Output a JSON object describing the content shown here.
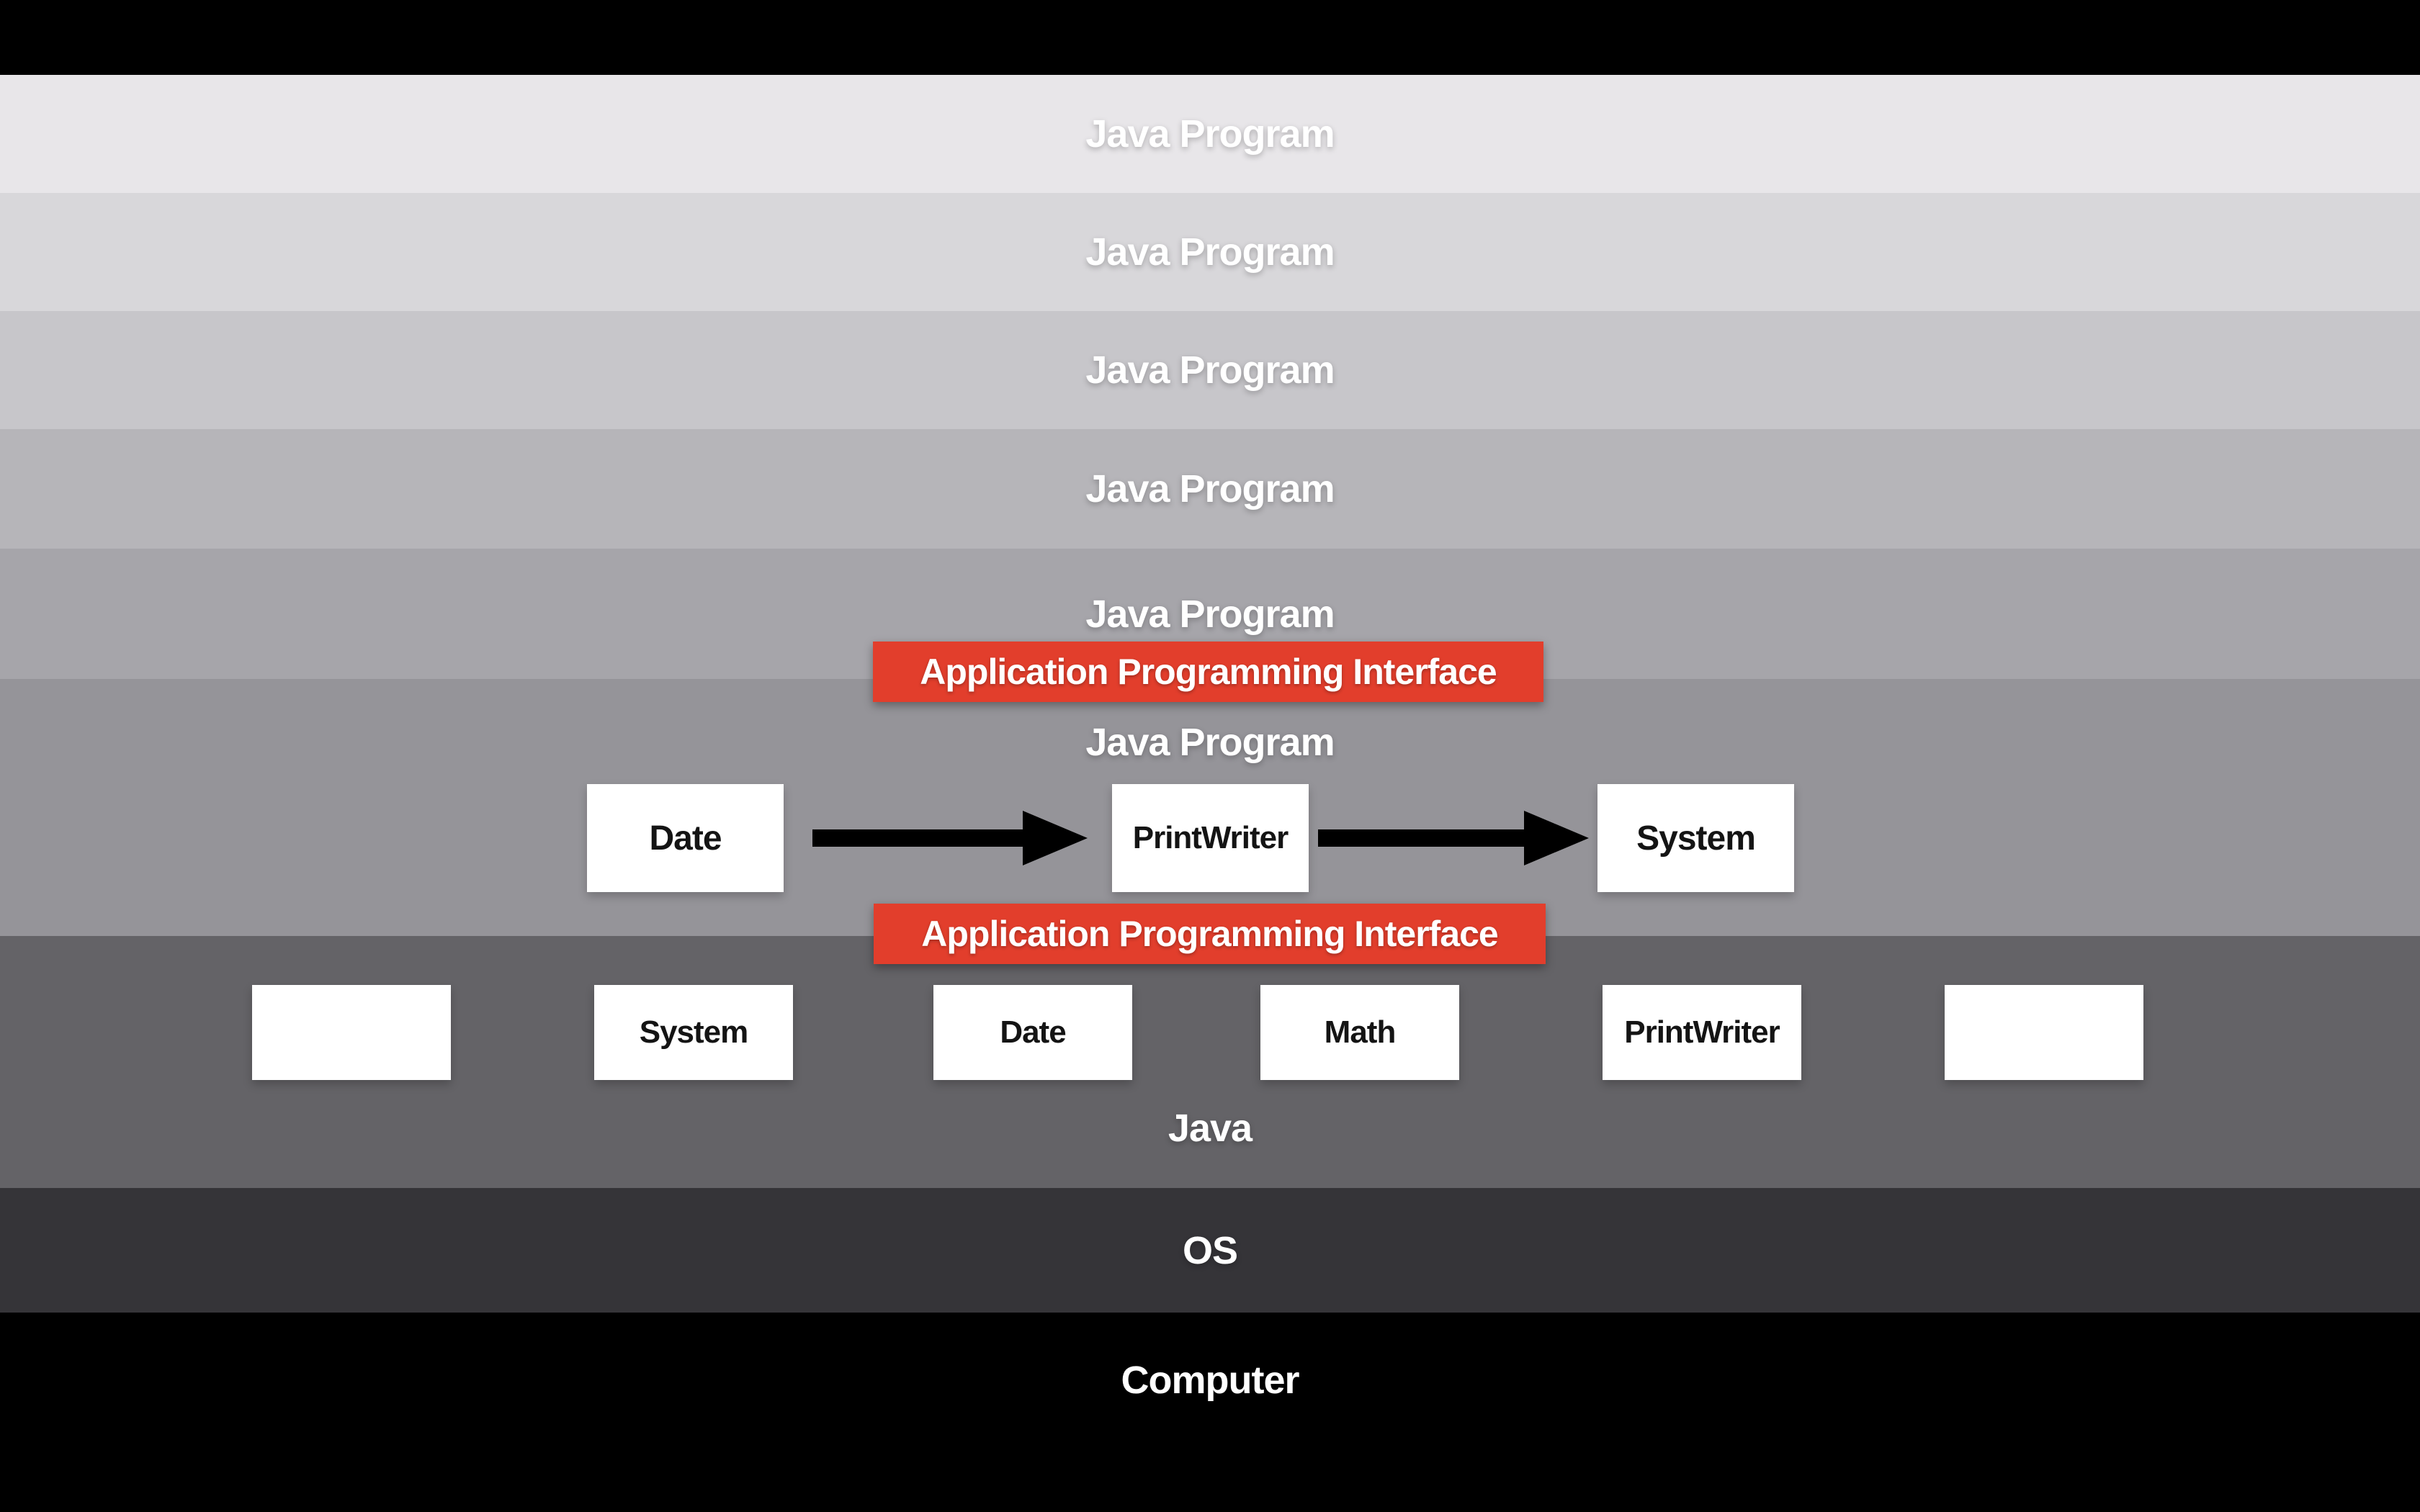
{
  "colors": {
    "letterbox_black": "#000000",
    "api_red": "#e23e2c",
    "box_white": "#ffffff",
    "label_white": "#ffffff",
    "box_text_black": "#141414",
    "arrow_black": "#000000",
    "layer_grays": [
      "#e8e6e9",
      "#d8d7da",
      "#c7c6ca",
      "#b6b5b9",
      "#a6a5aa",
      "#959499",
      "#646367",
      "#353438"
    ]
  },
  "layers": {
    "stack": [
      {
        "label": "Java Program"
      },
      {
        "label": "Java Program"
      },
      {
        "label": "Java Program"
      },
      {
        "label": "Java Program"
      },
      {
        "label": "Java Program"
      }
    ],
    "program_layer": {
      "label": "Java Program",
      "boxes": [
        {
          "label": "Date"
        },
        {
          "label": "PrintWriter"
        },
        {
          "label": "System"
        }
      ]
    },
    "api_bar_upper": {
      "label": "Application Programming Interface"
    },
    "api_bar_lower": {
      "label": "Application Programming Interface"
    },
    "java_layer": {
      "label": "Java",
      "boxes": [
        {
          "label": ""
        },
        {
          "label": "System"
        },
        {
          "label": "Date"
        },
        {
          "label": "Math"
        },
        {
          "label": "PrintWriter"
        },
        {
          "label": ""
        }
      ]
    },
    "os_layer": {
      "label": "OS"
    },
    "computer_layer": {
      "label": "Computer"
    }
  }
}
